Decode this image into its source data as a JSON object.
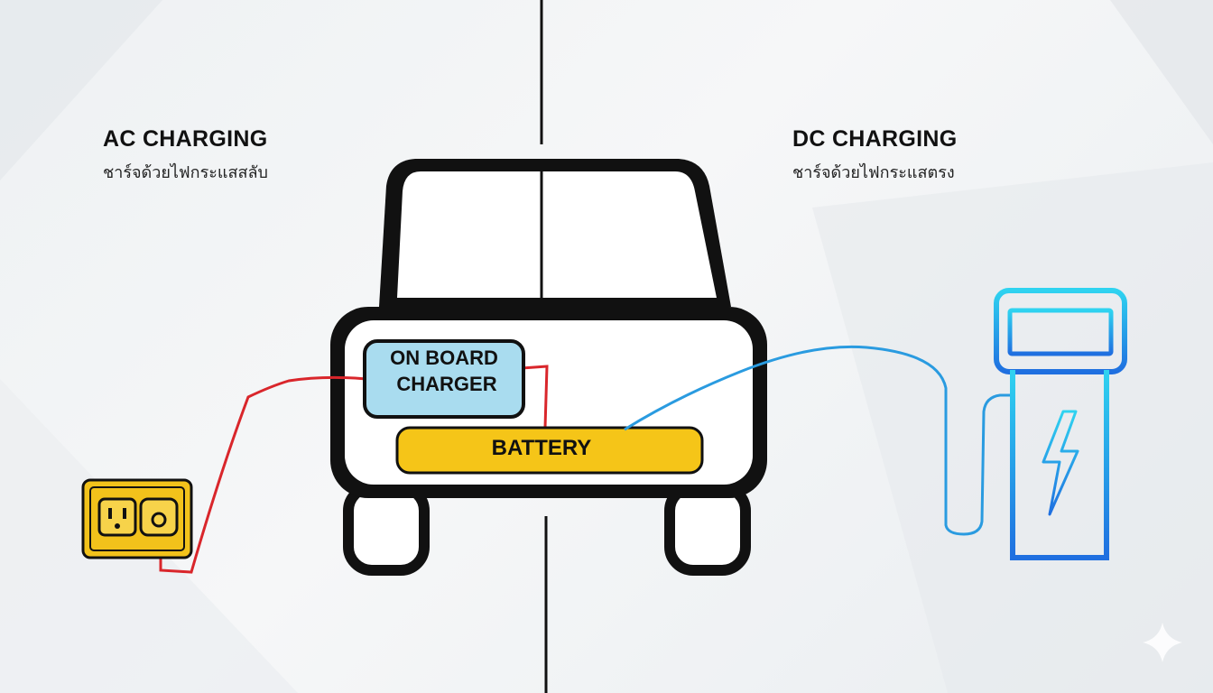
{
  "ac": {
    "title": "AC CHARGING",
    "subtitle": "ชาร์จด้วยไฟกระแสสลับ"
  },
  "dc": {
    "title": "DC CHARGING",
    "subtitle": "ชาร์จด้วยไฟกระแสตรง"
  },
  "car": {
    "onboard_charger_line1": "ON BOARD",
    "onboard_charger_line2": "CHARGER",
    "battery_label": "BATTERY"
  },
  "colors": {
    "ac_cable": "#d9262b",
    "dc_cable": "#2a9be0",
    "battery": "#f5c518",
    "onboard_charger": "#a9dcef",
    "outlet": "#f2c21b",
    "charger_station": "#1e7fe0",
    "outline": "#111111"
  },
  "icons": {
    "outlet": "wall-outlet-icon",
    "station": "dc-charging-station-icon",
    "bolt": "lightning-bolt-icon",
    "sparkle": "sparkle-icon"
  }
}
